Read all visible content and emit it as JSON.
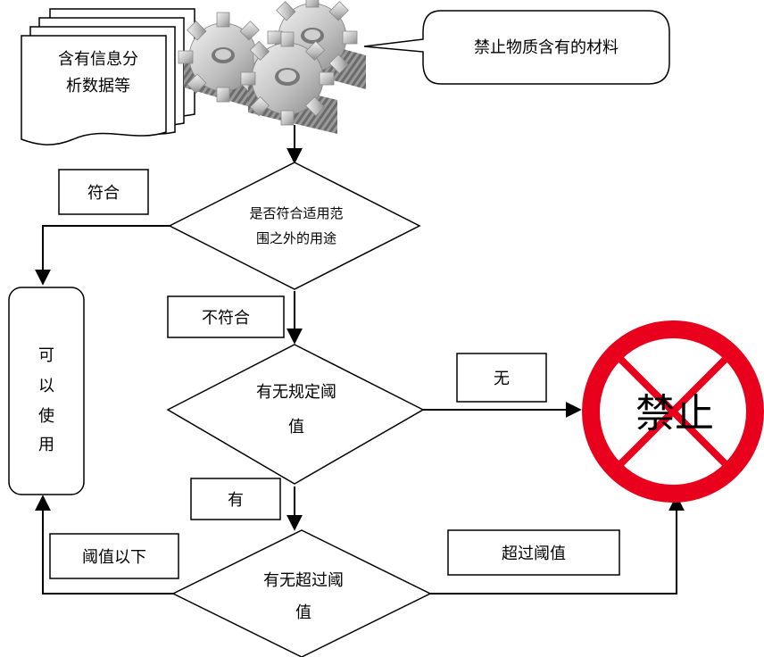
{
  "document": {
    "lines": [
      "含有信息分",
      "析数据等"
    ]
  },
  "callout": {
    "text": "禁止物质含有的材料"
  },
  "decision1": {
    "lines": [
      "是否符合适用范",
      "围之外的用途"
    ]
  },
  "decision2": {
    "lines": [
      "有无规定阈",
      "值"
    ]
  },
  "decision3": {
    "lines": [
      "有无超过阈",
      "值"
    ]
  },
  "labels": {
    "fuhe": "符合",
    "bufuhe": "不符合",
    "wu": "无",
    "you": "有",
    "below": "阈值以下",
    "exceed": "超过阈值"
  },
  "outcome_allowed": {
    "chars": [
      "可",
      "以",
      "使",
      "用"
    ]
  },
  "outcome_forbidden": {
    "text": "禁止",
    "ring_color": "#e8001c",
    "icon": "prohibition-sign-icon"
  },
  "gears_icon": "gears-icon"
}
